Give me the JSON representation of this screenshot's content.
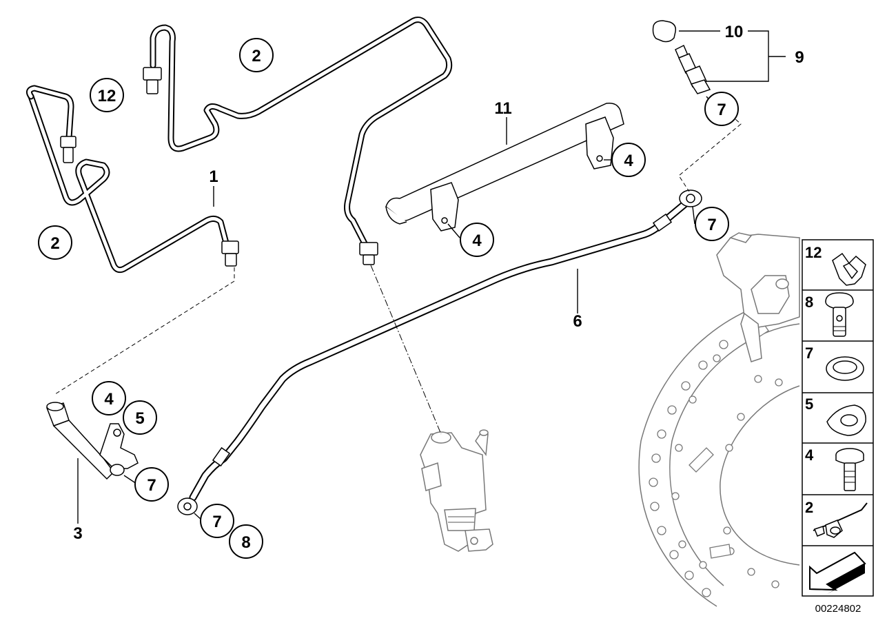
{
  "diagram": {
    "document_number": "00224802",
    "callouts": [
      {
        "id": "c-2-top",
        "text": "2"
      },
      {
        "id": "c-12",
        "text": "12"
      },
      {
        "id": "c-1",
        "text": "1"
      },
      {
        "id": "c-2-left",
        "text": "2"
      },
      {
        "id": "c-11",
        "text": "11"
      },
      {
        "id": "c-4-bracket-right",
        "text": "4"
      },
      {
        "id": "c-4-bracket-left",
        "text": "4"
      },
      {
        "id": "c-10",
        "text": "10"
      },
      {
        "id": "c-9",
        "text": "9"
      },
      {
        "id": "c-7-bleeder",
        "text": "7"
      },
      {
        "id": "c-7-hose-top",
        "text": "7"
      },
      {
        "id": "c-6",
        "text": "6"
      },
      {
        "id": "c-4-lower",
        "text": "4"
      },
      {
        "id": "c-5",
        "text": "5"
      },
      {
        "id": "c-7-lower-left",
        "text": "7"
      },
      {
        "id": "c-7-lower",
        "text": "7"
      },
      {
        "id": "c-8",
        "text": "8"
      },
      {
        "id": "c-3",
        "text": "3"
      }
    ],
    "legend": [
      {
        "number": "12",
        "icon": "clip-icon"
      },
      {
        "number": "8",
        "icon": "banjo-bolt-icon"
      },
      {
        "number": "7",
        "icon": "sealing-ring-icon"
      },
      {
        "number": "5",
        "icon": "grommet-icon"
      },
      {
        "number": "4",
        "icon": "screw-icon"
      },
      {
        "number": "2",
        "icon": "cable-clip-icon"
      },
      {
        "number": "",
        "icon": "direction-arrow-icon"
      }
    ]
  }
}
